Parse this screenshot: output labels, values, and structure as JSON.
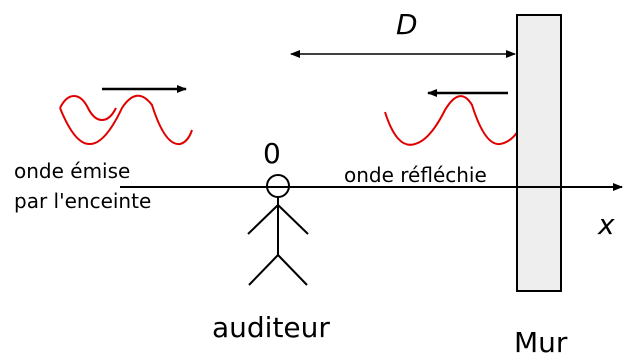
{
  "labels": {
    "distance": "D",
    "origin": "0",
    "axis": "x",
    "emitted_wave_line1": "onde émise",
    "emitted_wave_line2": "par l'enceinte",
    "reflected_wave": "onde réfléchie",
    "listener": "auditeur",
    "wall": "Mur"
  },
  "colors": {
    "wave": "#e00000",
    "lines": "#000000",
    "wall_fill": "#eeeeee"
  }
}
